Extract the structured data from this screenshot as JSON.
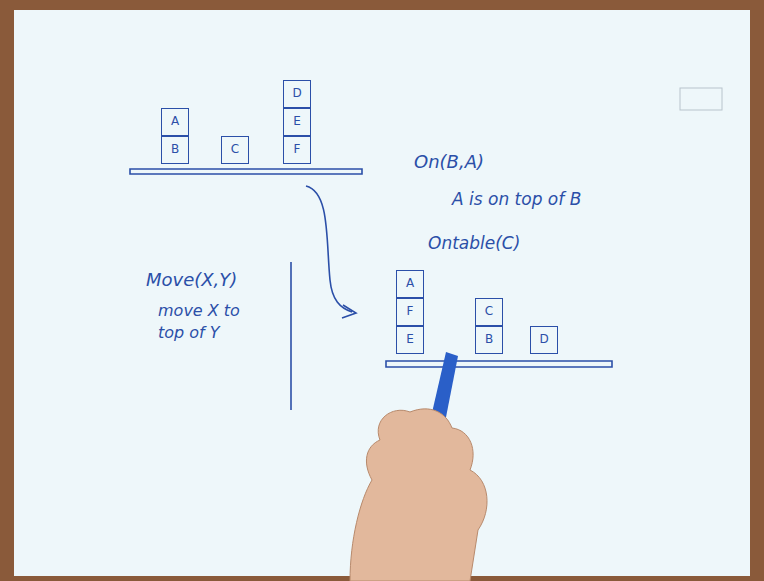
{
  "diagram": {
    "nodes": [
      {
        "text": [
          "A"
        ]
      },
      {
        "text": [
          "B"
        ]
      },
      {
        "text": [
          "C"
        ]
      },
      {
        "text": [
          "D"
        ]
      },
      {
        "text": [
          "E"
        ]
      },
      {
        "text": [
          "F"
        ]
      },
      {
        "text": [
          "A"
        ]
      },
      {
        "text": [
          "F"
        ]
      },
      {
        "text": [
          "E"
        ]
      },
      {
        "text": [
          "C"
        ]
      },
      {
        "text": [
          "B"
        ]
      },
      {
        "text": [
          "D"
        ]
      }
    ],
    "labels": [
      "On(B,A)",
      "A is on top of B",
      "Ontable(C)",
      "Move(X,Y)",
      "move X to top of Y"
    ]
  }
}
